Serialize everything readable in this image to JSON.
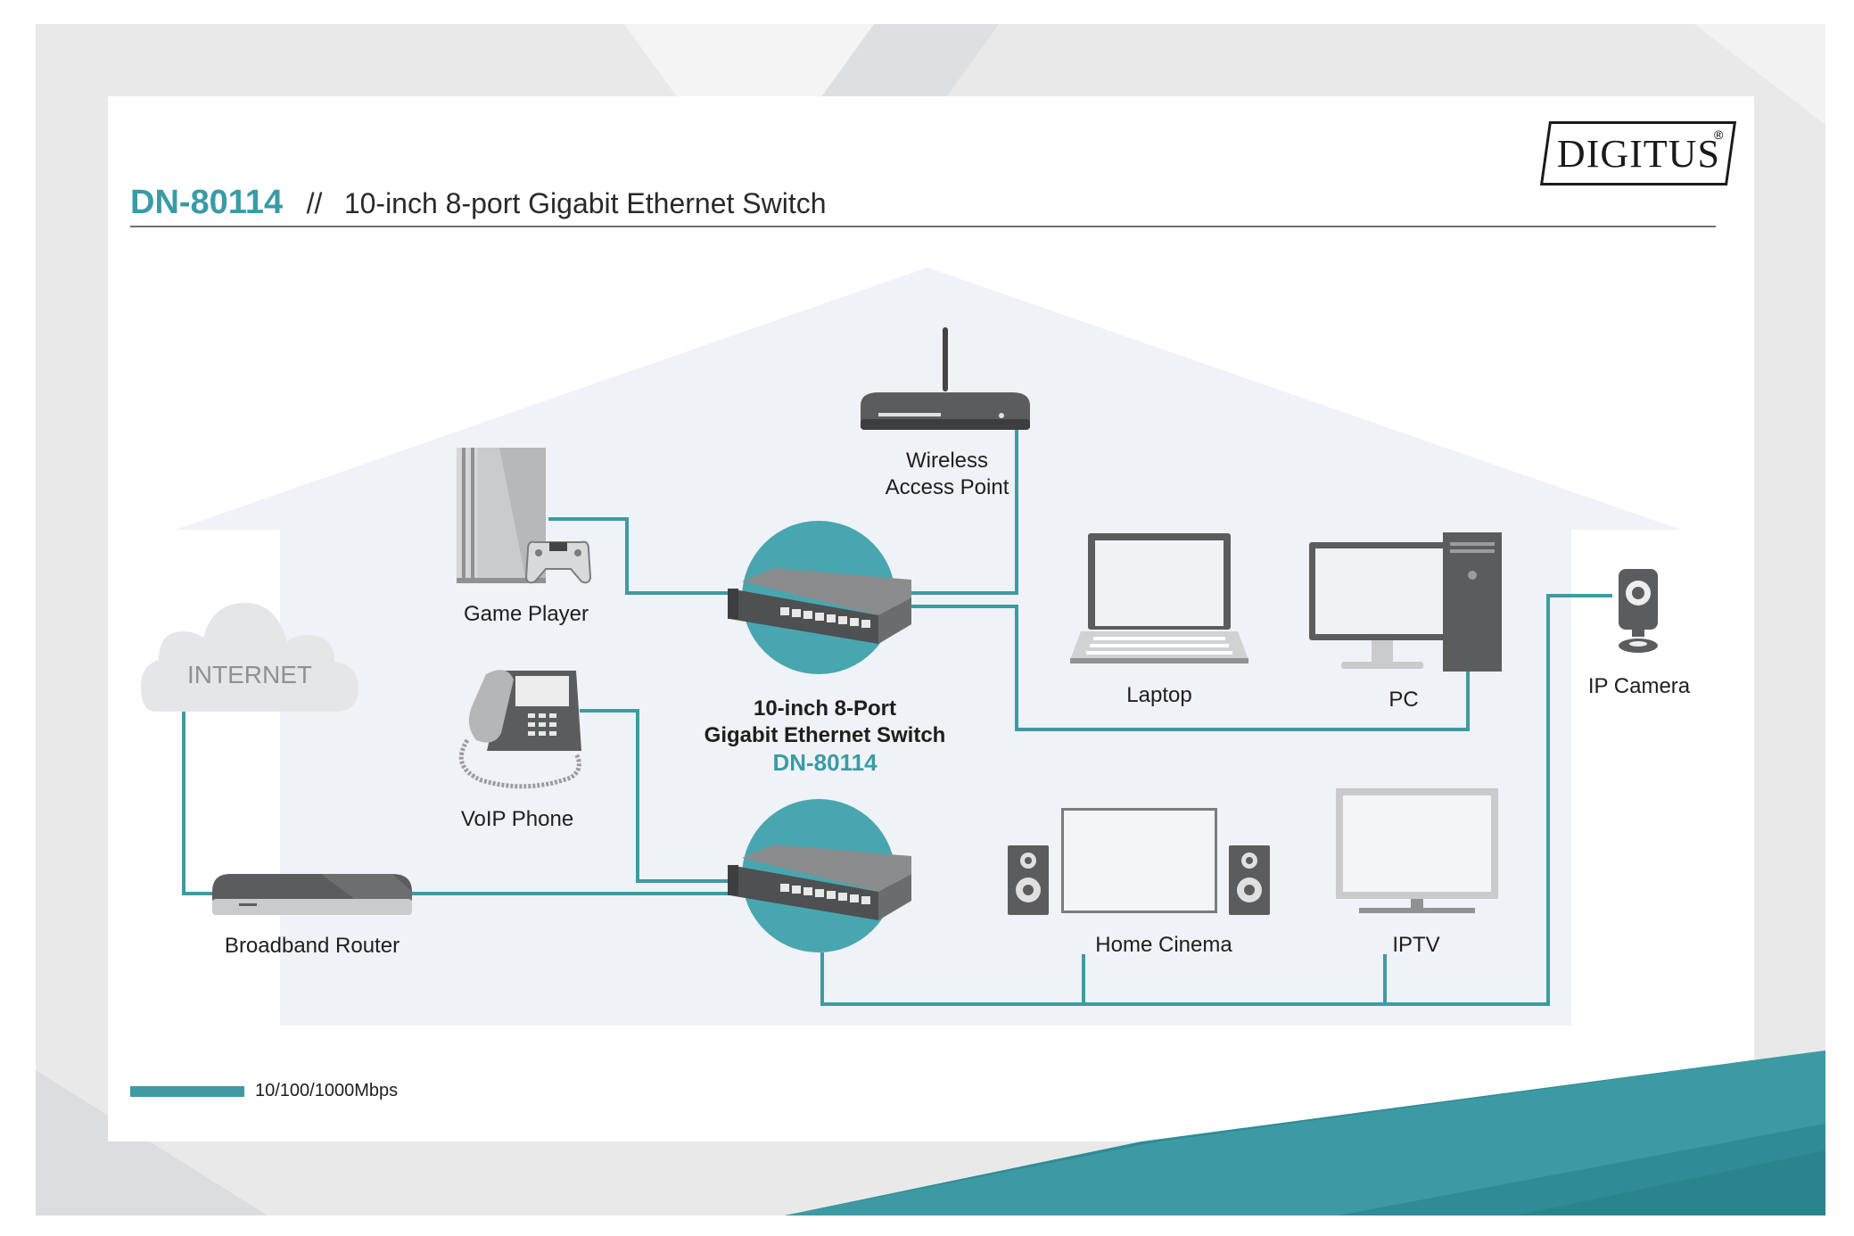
{
  "header": {
    "model": "DN-80114",
    "separator": "//",
    "description": "10-inch 8-port Gigabit Ethernet Switch"
  },
  "brand": {
    "name": "DIGITUS",
    "registered": "®"
  },
  "nodes": {
    "wireless_ap": {
      "line1": "Wireless",
      "line2": "Access Point"
    },
    "game_player": "Game Player",
    "internet": "INTERNET",
    "voip_phone": "VoIP Phone",
    "broadband_router": "Broadband Router",
    "switch": {
      "line1": "10-inch 8-Port",
      "line2": "Gigabit Ethernet Switch",
      "model": "DN-80114"
    },
    "laptop": "Laptop",
    "pc": "PC",
    "ip_camera": "IP Camera",
    "home_cinema": "Home Cinema",
    "iptv": "IPTV"
  },
  "legend": {
    "label": "10/100/1000Mbps",
    "color": "#3f9aa3"
  },
  "colors": {
    "accent": "#3a9ba5",
    "link": "#3f9aa3",
    "house": "#eef2f6",
    "device_dark": "#5a5c5e",
    "device_light": "#c8cacc"
  }
}
